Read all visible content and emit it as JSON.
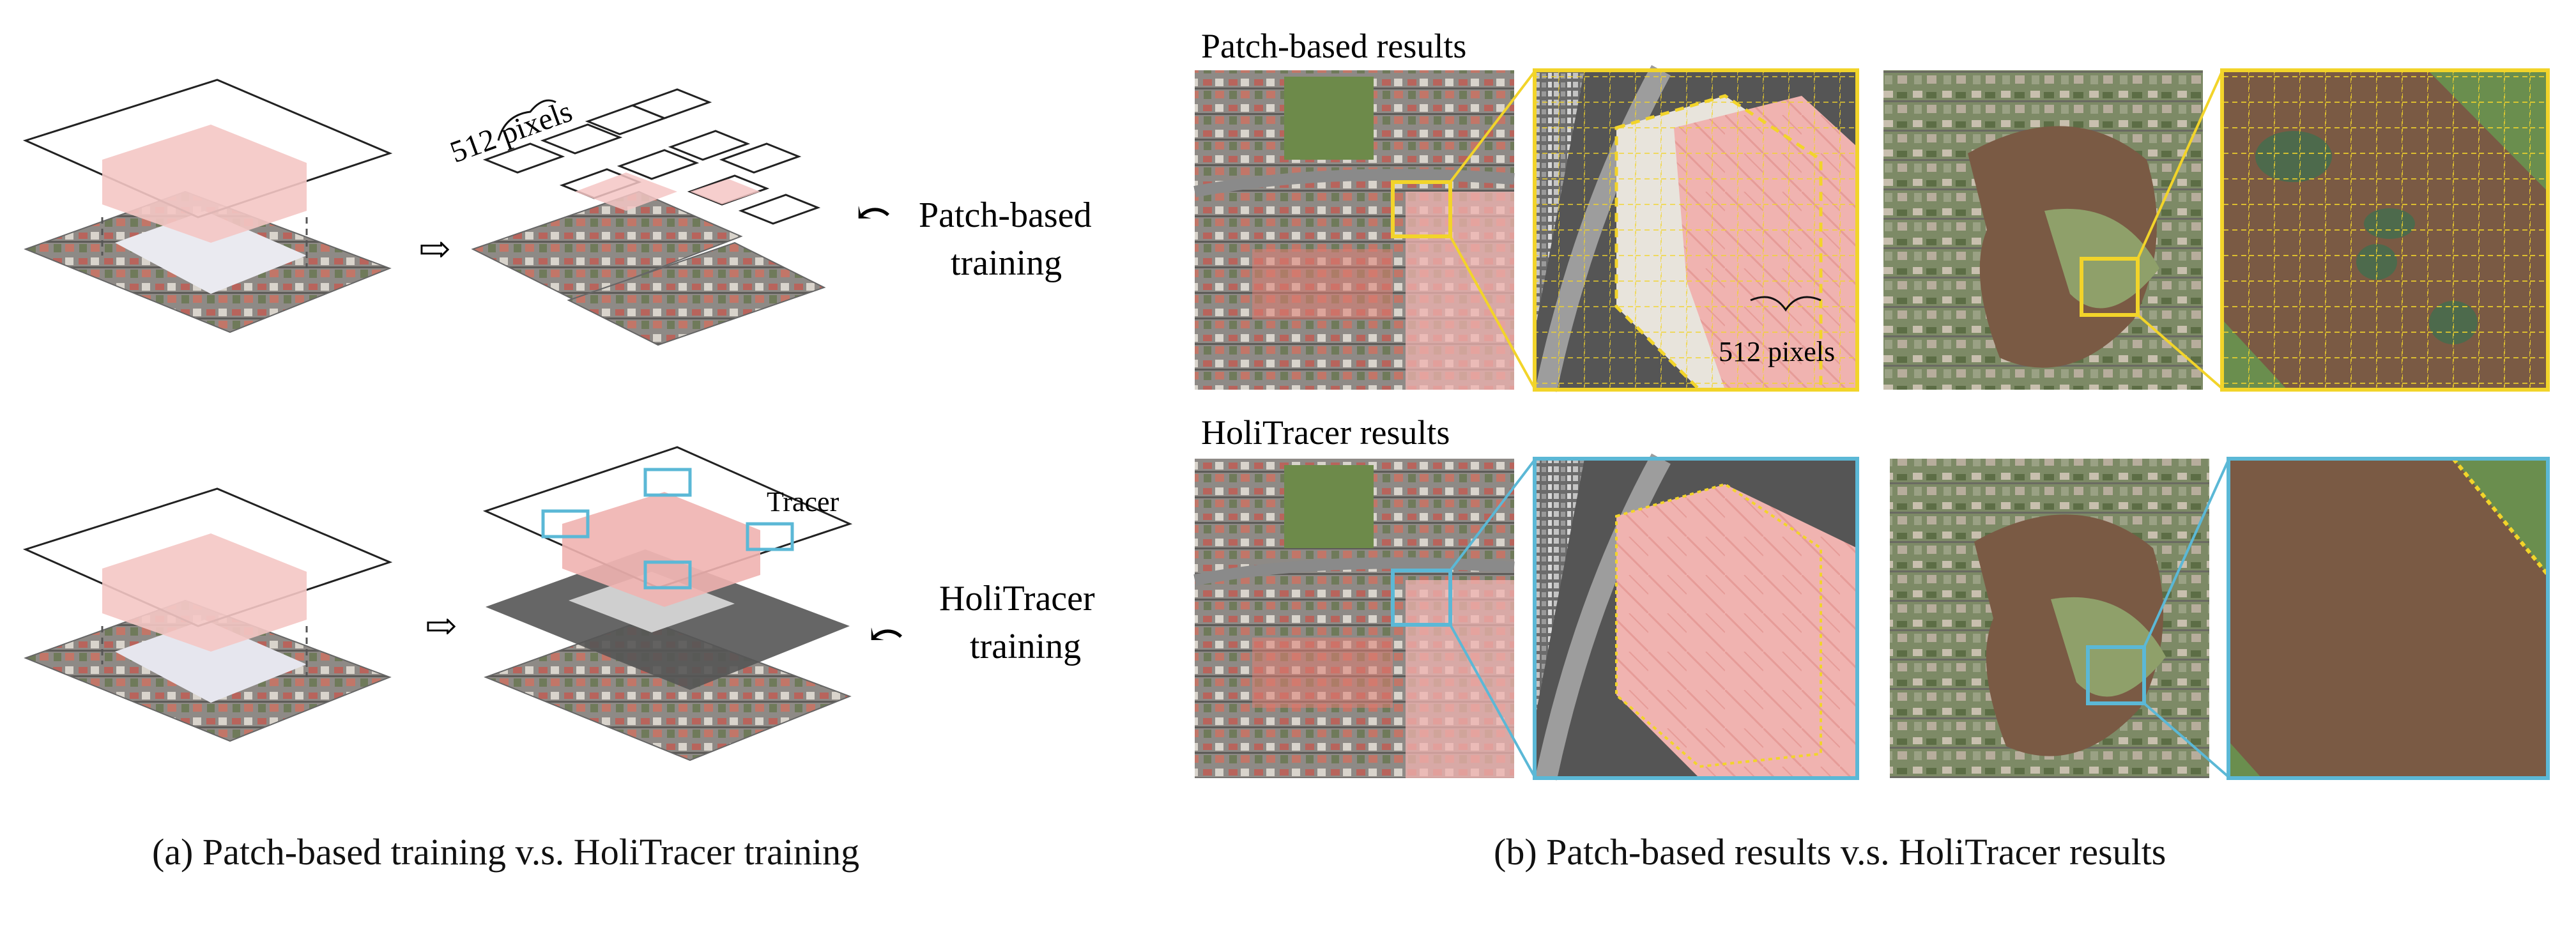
{
  "panel_a": {
    "caption": "(a) Patch-based training v.s. HoliTracer training",
    "patch_pixels_label": "512 pixels",
    "patch_training_line1": "Patch-based",
    "patch_training_line2": "training",
    "tracer_label": "Tracer",
    "holi_training_line1": "HoliTracer",
    "holi_training_line2": "training"
  },
  "panel_b": {
    "caption": "(b) Patch-based results v.s. HoliTracer results",
    "row_patch_title": "Patch-based results",
    "row_holi_title": "HoliTracer results",
    "zoom_pixels_label": "512 pixels"
  },
  "colors": {
    "patch_highlight": "#f2d42a",
    "holi_highlight": "#5bb8d6",
    "building_mask": "#f2b4b4",
    "water": "#7a5a44"
  }
}
